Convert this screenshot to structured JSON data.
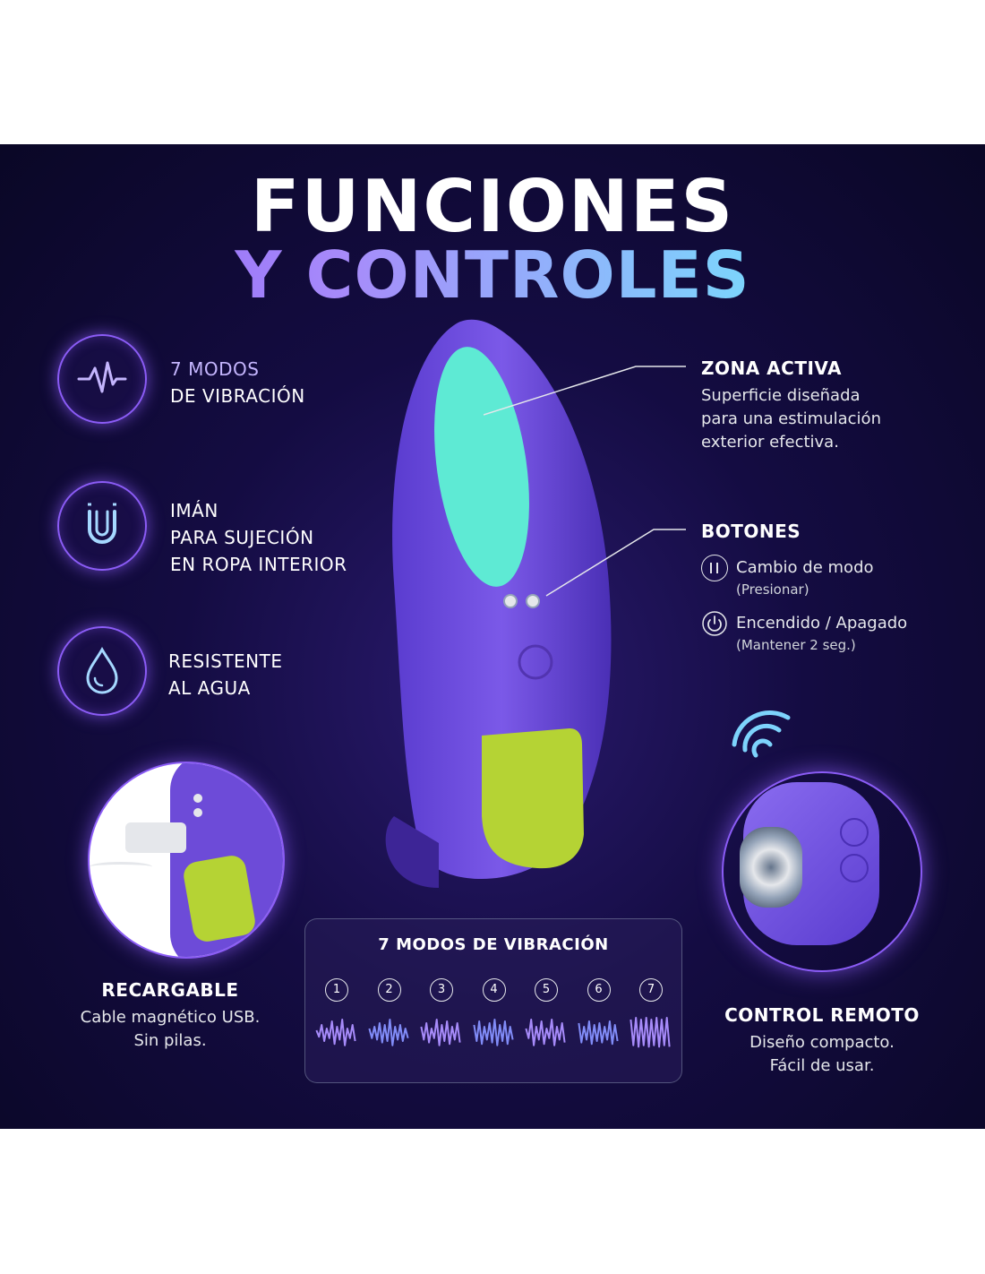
{
  "title": {
    "line1": "FUNCIONES",
    "line2": "Y CONTROLES"
  },
  "colors": {
    "background": "#140c42",
    "accent_purple": "#8b5cf6",
    "device_purple": "#6d4bd8",
    "zone_cyan": "#5eead4",
    "pad_lime": "#b5d334"
  },
  "features": [
    {
      "icon": "heartbeat-icon",
      "line1": "7 MODOS",
      "line2": "DE VIBRACIÓN"
    },
    {
      "icon": "magnet-icon",
      "line1": "IMÁN",
      "line2": "PARA SUJECIÓN",
      "line3": "EN ROPA INTERIOR"
    },
    {
      "icon": "water-drop-icon",
      "line1": "RESISTENTE",
      "line2": "AL AGUA"
    }
  ],
  "zona_activa": {
    "title": "ZONA ACTIVA",
    "line1": "Superficie diseñada",
    "line2": "para una estimulación",
    "line3": "exterior efectiva."
  },
  "botones": {
    "title": "BOTONES",
    "mode_label": "Cambio de modo",
    "mode_hint": "(Presionar)",
    "power_label": "Encendido / Apagado",
    "power_hint": "(Mantener 2 seg.)"
  },
  "recargable": {
    "title": "RECARGABLE",
    "line1": "Cable magnético USB.",
    "line2": "Sin pilas."
  },
  "control_remoto": {
    "title": "CONTROL REMOTO",
    "line1": "Diseño compacto.",
    "line2": "Fácil de usar."
  },
  "modes": {
    "title": "7 MODOS DE VIBRACIÓN",
    "numbers": [
      "1",
      "2",
      "3",
      "4",
      "5",
      "6",
      "7"
    ]
  }
}
